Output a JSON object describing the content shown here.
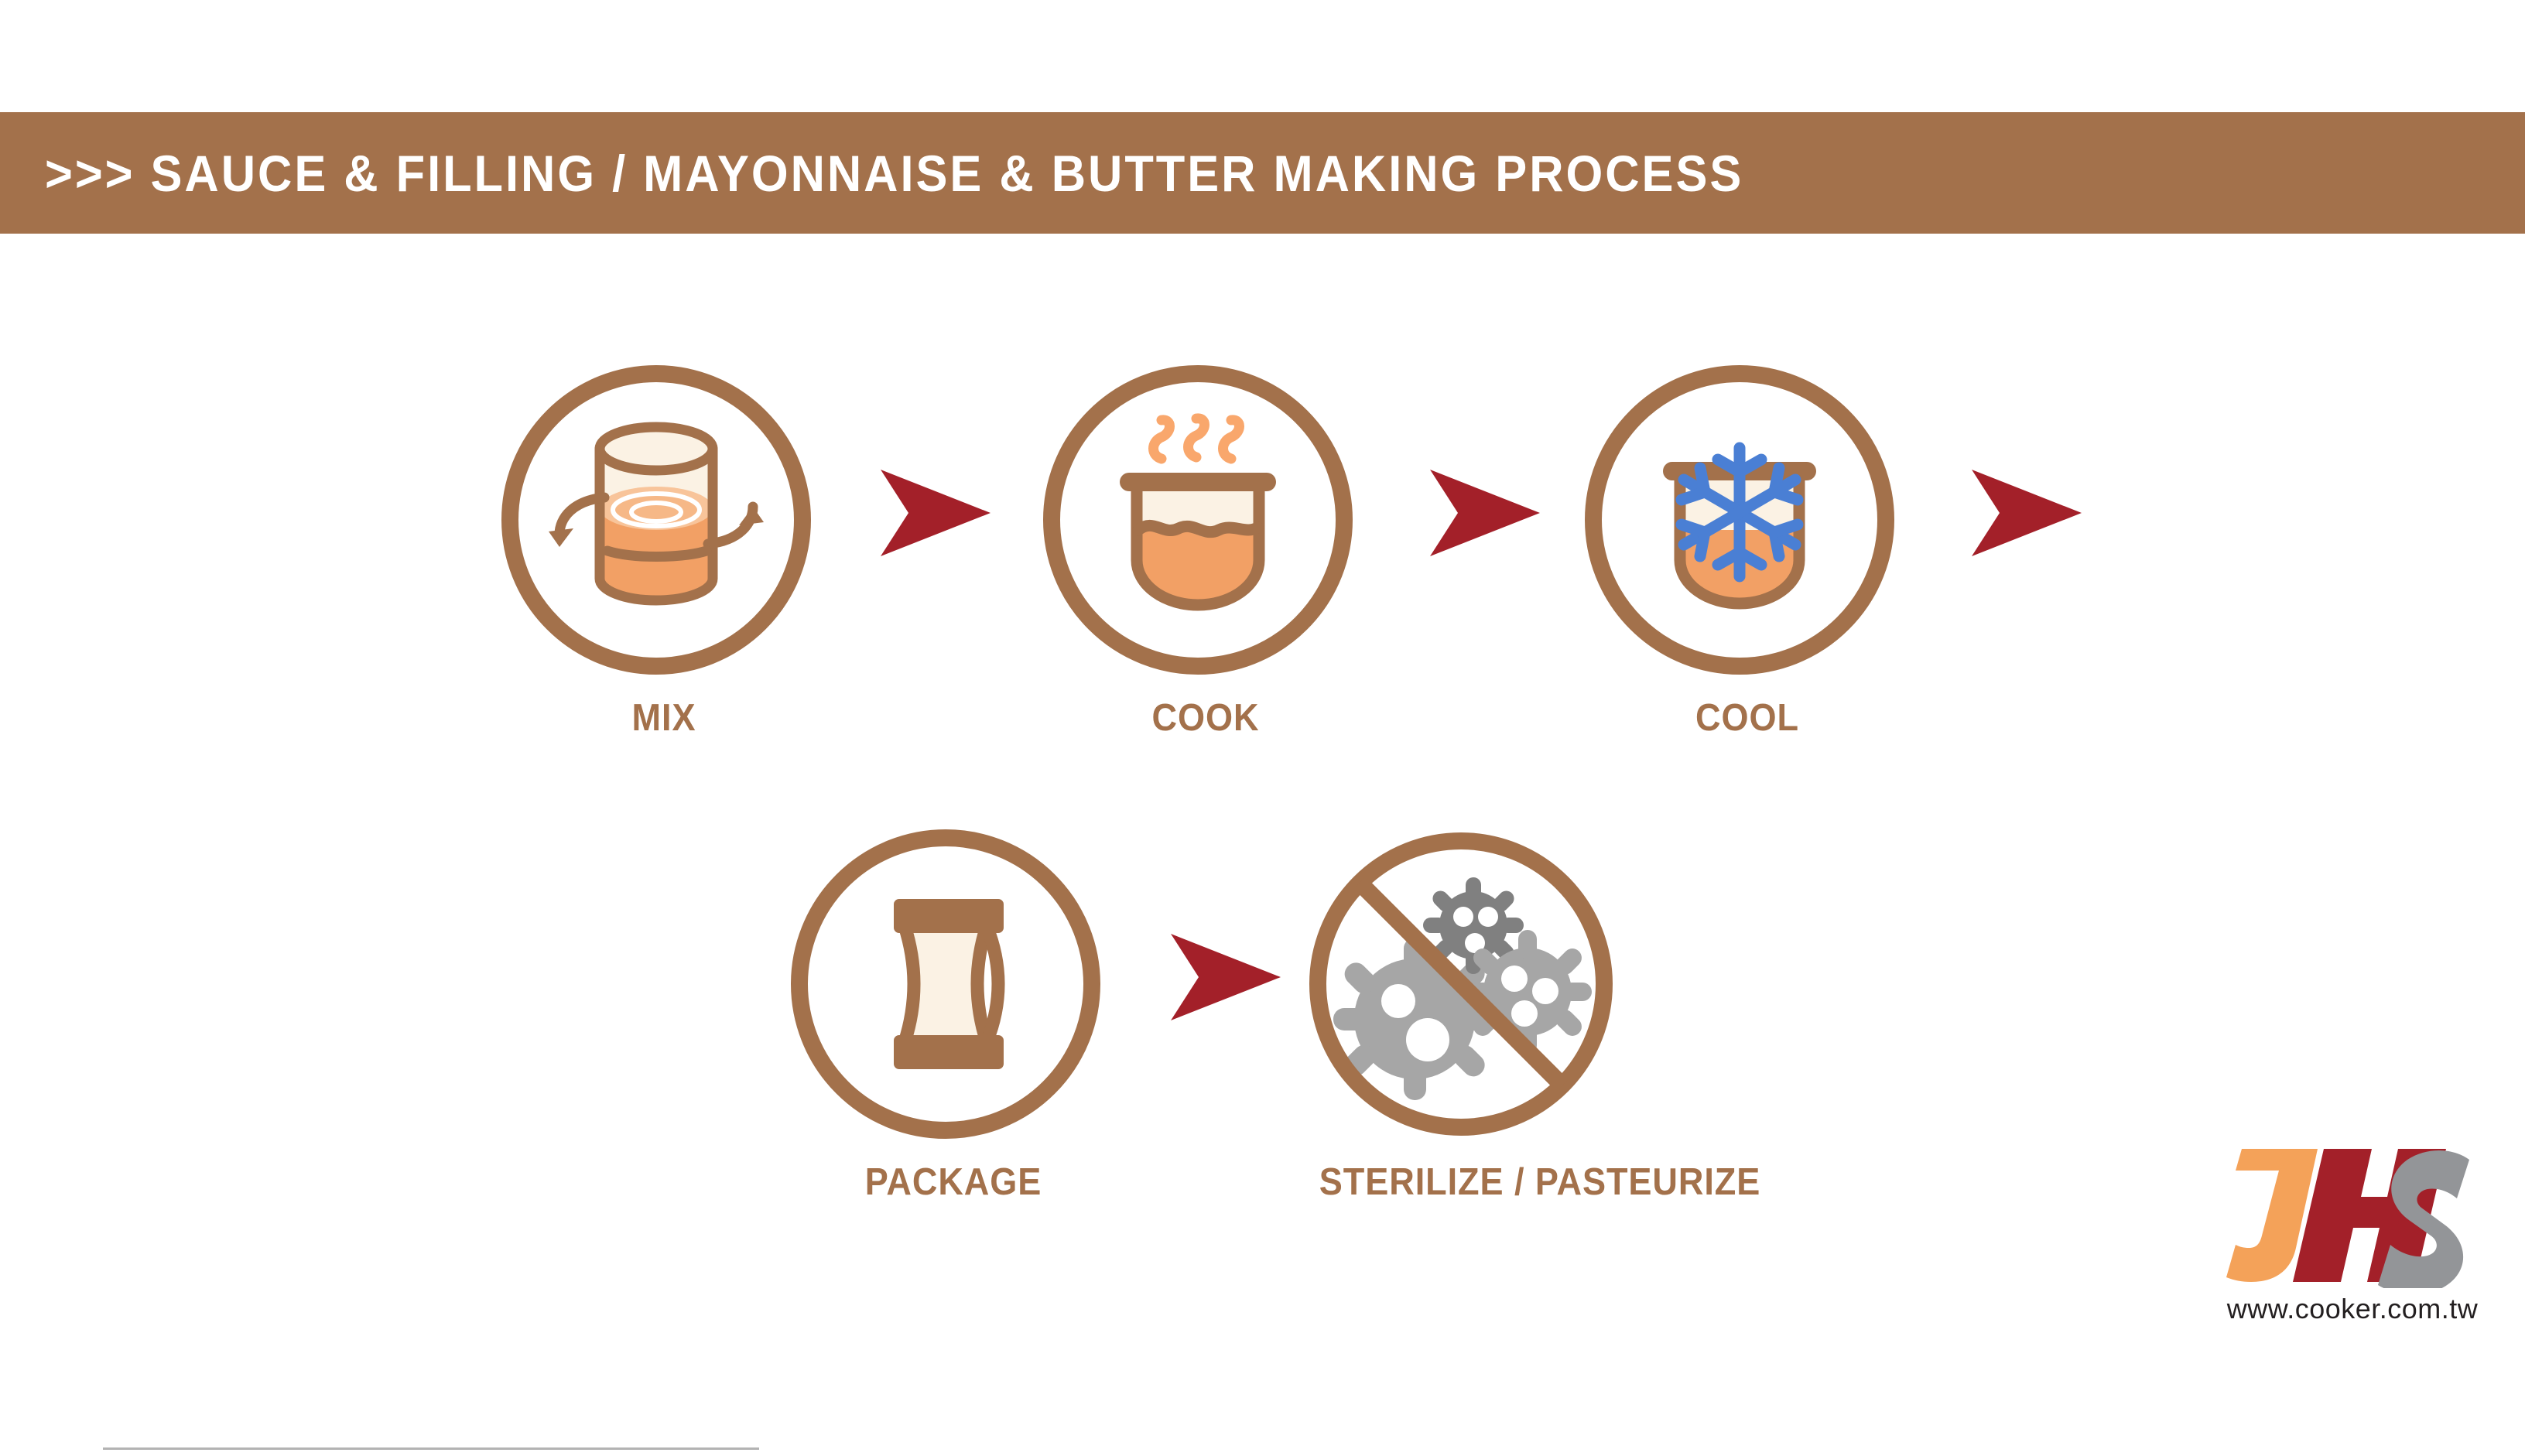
{
  "page": {
    "background_color": "#ffffff",
    "brand_brown": "#A3714B",
    "arrow_red": "#A32029",
    "orange_fill": "#F2A065",
    "cream_fill": "#FBF2E4",
    "snowflake_blue": "#4A7FD4",
    "germ_gray": "#A6A6A6",
    "germ_gray_dark": "#808080"
  },
  "header": {
    "chevrons": ">>>",
    "title": "SAUCE & FILLING / MAYONNAISE & BUTTER MAKING PROCESS",
    "full_text": ">>> SAUCE & FILLING / MAYONNAISE & BUTTER MAKING PROCESS",
    "background_color": "#A3714B",
    "text_color": "#ffffff"
  },
  "flow": {
    "rows": [
      {
        "steps": [
          {
            "label": "MIX",
            "icon": "mixing-tank-icon"
          },
          {
            "label": "COOK",
            "icon": "cooking-pot-icon"
          },
          {
            "label": "COOL",
            "icon": "cooling-pot-snowflake-icon"
          }
        ],
        "arrows": 3
      },
      {
        "steps": [
          {
            "label": "PACKAGE",
            "icon": "package-pouch-icon"
          },
          {
            "label": "STERILIZE / PASTEURIZE",
            "icon": "no-germs-icon"
          }
        ],
        "arrows": 1
      }
    ]
  },
  "logo": {
    "letters": [
      "J",
      "H",
      "S"
    ],
    "colors": {
      "J": "#F4A259",
      "H": "#A32029",
      "S": "#939598"
    },
    "url": "www.cooker.com.tw"
  }
}
